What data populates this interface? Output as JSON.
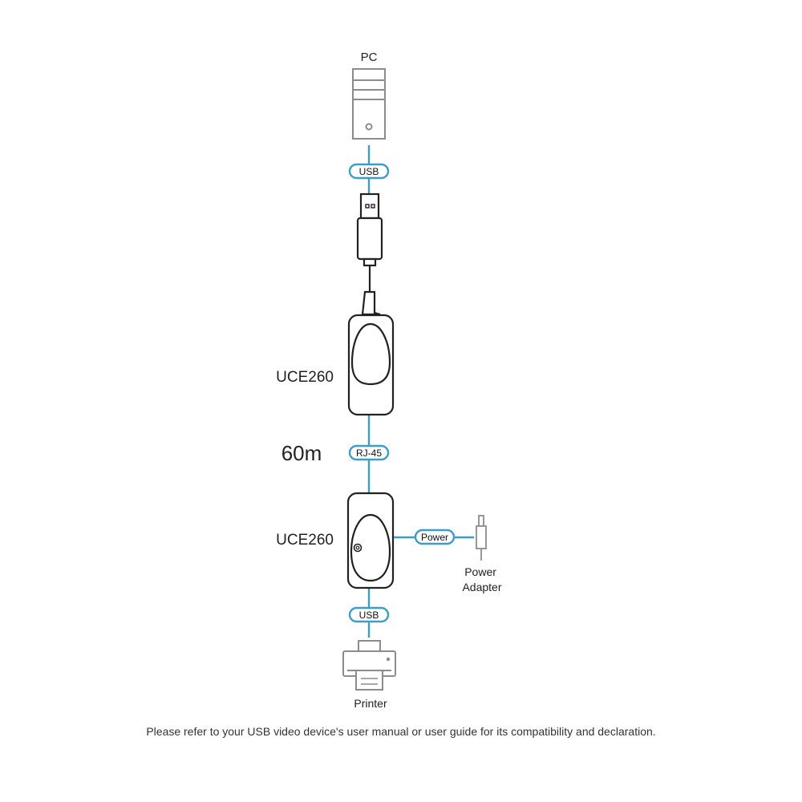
{
  "labels": {
    "pc": "PC",
    "uce_top": "UCE260",
    "distance": "60m",
    "uce_bottom": "UCE260",
    "power_adapter_line1": "Power",
    "power_adapter_line2": "Adapter",
    "printer": "Printer"
  },
  "connectors": {
    "usb_top": "USB",
    "rj45": "RJ-45",
    "power": "Power",
    "usb_bottom": "USB"
  },
  "note": "Please refer to your USB video device's user manual or user guide for its compatibility and declaration.",
  "colors": {
    "link": "#3e9dc7",
    "device_outline": "#222222",
    "icon_outline": "#8c8c8c"
  }
}
